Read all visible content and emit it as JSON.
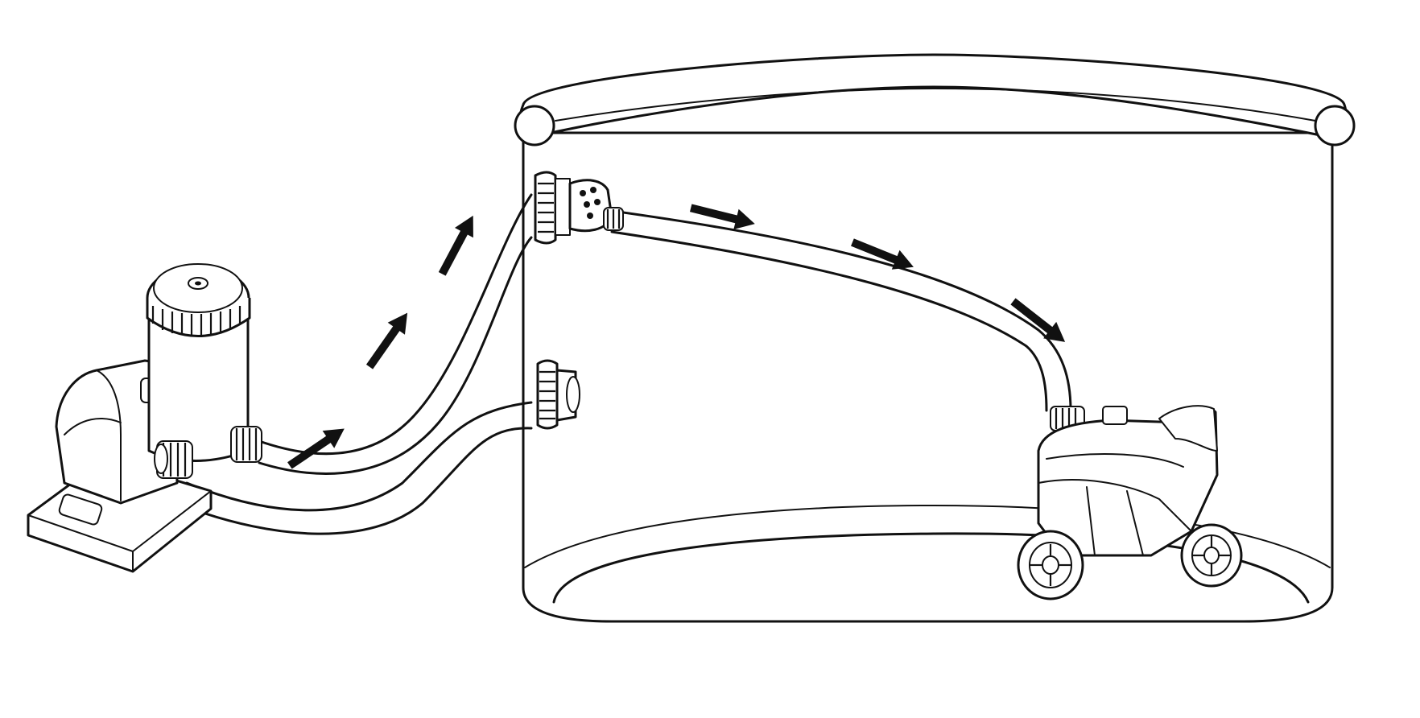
{
  "diagram": {
    "type": "installation-illustration",
    "components": [
      {
        "id": "filter-pump",
        "icon": "pump-icon"
      },
      {
        "id": "cartridge-housing",
        "icon": "filter-cartridge-icon"
      },
      {
        "id": "return-hose",
        "icon": "hose-icon"
      },
      {
        "id": "inlet-hose",
        "icon": "hose-icon"
      },
      {
        "id": "pool-wall",
        "icon": "pool-icon"
      },
      {
        "id": "return-outlet-fitting",
        "icon": "outlet-fitting-icon"
      },
      {
        "id": "suction-inlet-fitting",
        "icon": "inlet-fitting-icon"
      },
      {
        "id": "cleaner-hose",
        "icon": "hose-icon"
      },
      {
        "id": "robotic-pool-cleaner",
        "icon": "pool-cleaner-icon"
      }
    ],
    "flow_arrows": {
      "count": 6,
      "color": "#111111"
    },
    "line_color": "#111111",
    "background": "#ffffff"
  }
}
